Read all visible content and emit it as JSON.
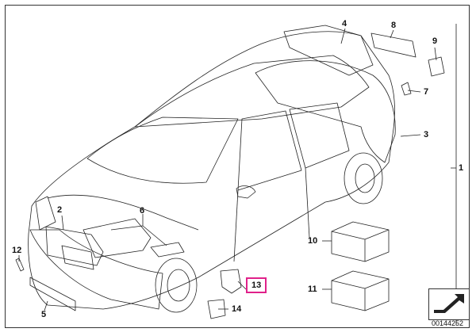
{
  "diagram": {
    "document_number": "00144252",
    "callouts": [
      {
        "id": "1",
        "label": "1"
      },
      {
        "id": "2",
        "label": "2"
      },
      {
        "id": "3",
        "label": "3"
      },
      {
        "id": "4",
        "label": "4"
      },
      {
        "id": "5",
        "label": "5"
      },
      {
        "id": "6",
        "label": "6"
      },
      {
        "id": "7",
        "label": "7"
      },
      {
        "id": "8",
        "label": "8"
      },
      {
        "id": "9",
        "label": "9"
      },
      {
        "id": "10",
        "label": "10"
      },
      {
        "id": "11",
        "label": "11"
      },
      {
        "id": "12",
        "label": "12"
      },
      {
        "id": "13",
        "label": "13",
        "highlighted": true
      },
      {
        "id": "14",
        "label": "14"
      }
    ],
    "highlight_color": "#e0218a"
  }
}
